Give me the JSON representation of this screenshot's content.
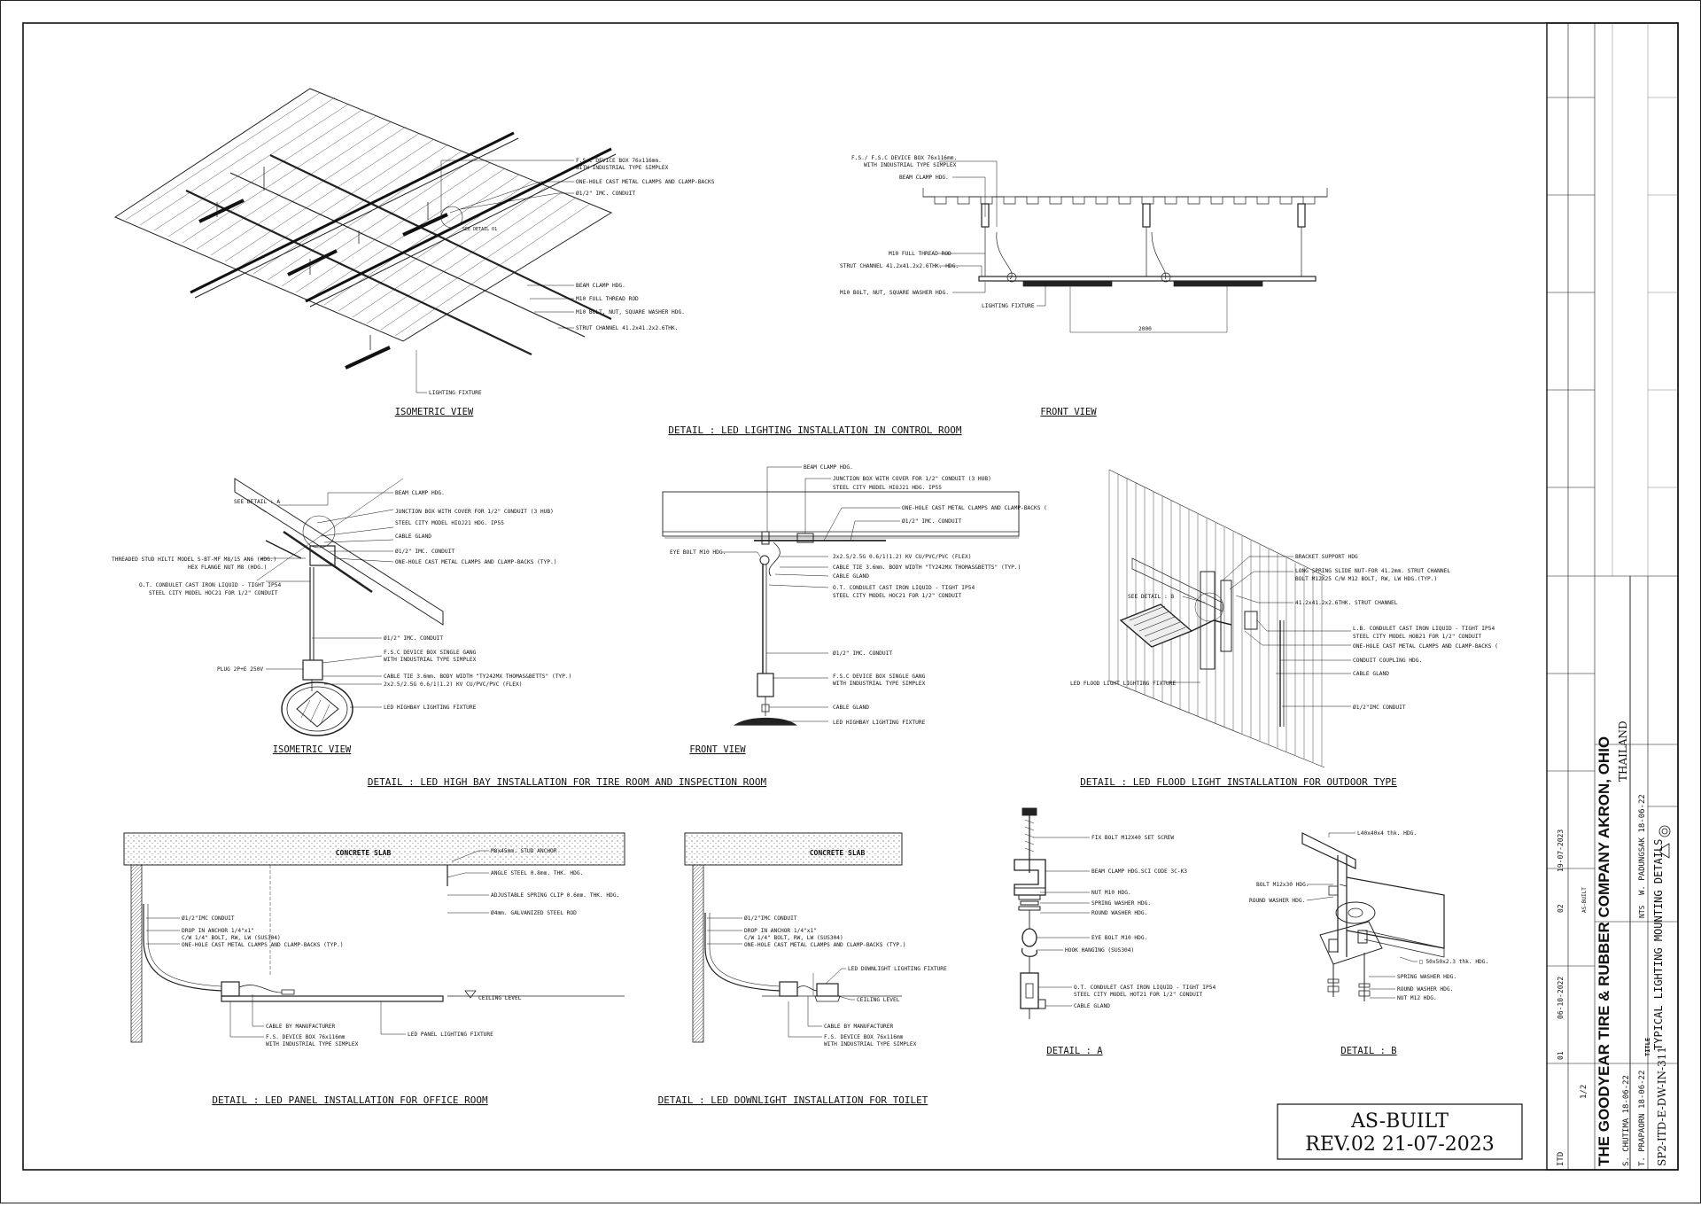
{
  "drawing": {
    "control_room": {
      "iso_labels": [
        "F.S.C DEVICE BOX 76x116mm.",
        "WITH INDUSTRIAL TYPE SIMPLEX",
        "ONE-HOLE CAST METAL CLAMPS AND CLAMP-BACKS",
        "Ø1/2\" IMC. CONDUIT",
        "SEE DETAIL 01",
        "BEAM CLAMP HDG.",
        "M10 FULL THREAD ROD",
        "M10 BOLT, NUT, SQUARE WASHER HDG.",
        "STRUT CHANNEL 41.2x41.2x2.6THK.",
        "LIGHTING FIXTURE"
      ],
      "front_labels": [
        "F.S./ F.S.C DEVICE BOX 76x116mm.",
        "WITH INDUSTRIAL TYPE SIMPLEX",
        "BEAM CLAMP HDG.",
        "M10 FULL THREAD ROD",
        "STRUT CHANNEL 41.2x41.2x2.6THK. HDG.",
        "M10 BOLT, NUT, SQUARE WASHER HDG.",
        "LIGHTING FIXTURE",
        "2000"
      ],
      "iso_title": "ISOMETRIC VIEW",
      "front_title": "FRONT VIEW",
      "detail_title": "DETAIL : LED LIGHTING INSTALLATION IN CONTROL ROOM"
    },
    "high_bay": {
      "iso_labels": [
        "SEE DETAIL : A",
        "BEAM CLAMP HDG.",
        "JUNCTION BOX WITH COVER FOR 1/2\" CONDUIT (3 HUB)",
        "STEEL CITY MODEL HIOJ21 HDG. IP55",
        "CABLE GLAND",
        "Ø1/2\" IMC. CONDUIT",
        "ONE-HOLE CAST METAL CLAMPS AND CLAMP-BACKS (TYP.)",
        "THREADED STUD HILTI MODEL S-BT-MF M8/15 AN6 (HDG.)",
        "HEX FLANGE NUT M8 (HDG.)",
        "O.T. CONDULET CAST IRON LIQUID - TIGHT IP54",
        "STEEL CITY MODEL HOC21 FOR 1/2\" CONDUIT",
        "Ø1/2\" IMC. CONDUIT",
        "F.S.C DEVICE BOX SINGLE GANG",
        "WITH INDUSTRIAL TYPE SIMPLEX",
        "PLUG 2P+E 250V",
        "CABLE TIE 3.6mm. BODY WIDTH \"TY242MX THOMAS&BETTS\" (TYP.)",
        "2x2.5/2.5G 0.6/1(1.2) KV CU/PVC/PVC (FLEX)",
        "LED HIGHBAY LIGHTING FIXTURE"
      ],
      "front_labels": [
        "BEAM CLAMP HDG.",
        "JUNCTION BOX WITH COVER FOR 1/2\" CONDUIT (3 HUB)",
        "STEEL CITY MODEL HIOJ21 HDG. IP55",
        "ONE-HOLE CAST METAL CLAMPS AND CLAMP-BACKS (",
        "Ø1/2\" IMC. CONDUIT",
        "EYE BOLT M10 HDG.",
        "2x2.5/2.5G 0.6/1(1.2) KV CU/PVC/PVC (FLEX)",
        "CABLE TIE 3.6mm. BODY WIDTH \"TY242MX THOMAS&BETTS\" (TYP.)",
        "CABLE GLAND",
        "O.T. CONDULET CAST IRON LIQUID - TIGHT IP54",
        "STEEL CITY MODEL HOC21 FOR 1/2\" CONDUIT",
        "Ø1/2\" IMC. CONDUIT",
        "F.S.C DEVICE BOX SINGLE GANG",
        "WITH INDUSTRIAL TYPE SIMPLEX",
        "CABLE GLAND",
        "LED HIGHBAY LIGHTING FIXTURE"
      ],
      "iso_title": "ISOMETRIC VIEW",
      "front_title": "FRONT VIEW",
      "detail_title": "DETAIL : LED HIGH BAY INSTALLATION FOR TIRE ROOM AND INSPECTION ROOM"
    },
    "flood": {
      "labels": [
        "BRACKET SUPPORT HDG",
        "LONG SPRING SLIDE NUT-FOR 41.2mm. STRUT CHANNEL",
        "BOLT M12X25 C/W M12 BOLT, RW, LW HDG.(TYP.)",
        "41.2x41.2x2.6THK. STRUT CHANNEL",
        "SEE DETAIL : B",
        "L.B. CONDULET CAST IRON LIQUID - TIGHT IP54",
        "STEEL CITY MODEL HOB21 FOR 1/2\" CONDUIT",
        "ONE-HOLE CAST METAL CLAMPS AND CLAMP-BACKS (",
        "CONDUIT COUPLING HDG.",
        "CABLE GLAND",
        "LED FLOOD LIGHT LIGHTING FIXTURE",
        "Ø1/2\"IMC CONDUIT"
      ],
      "detail_title": "DETAIL : LED FLOOD LIGHT INSTALLATION FOR OUTDOOR TYPE"
    },
    "panel": {
      "labels": [
        "CONCRETE SLAB",
        "M8x45mm. STUD ANCHOR",
        "ANGLE STEEL 0.8mm. THK. HDG.",
        "ADJUSTABLE SPRING CLIP 0.6mm. THK. HDG.",
        "Ø4mm. GALVANIZED STEEL ROD",
        "Ø1/2\"IMC CONDUIT",
        "DROP IN ANCHOR 1/4\"x1\"",
        "C/W 1/4\" BOLT, RW, LW (SUS304)",
        "ONE-HOLE CAST METAL CLAMPS AND CLAMP-BACKS (TYP.)",
        "CEILING LEVEL",
        "CABLE BY MANUFACTURER",
        "F.S. DEVICE BOX 76x116mm",
        "WITH INDUSTRIAL TYPE SIMPLEX",
        "LED PANEL LIGHTING FIXTURE"
      ],
      "detail_title": "DETAIL : LED PANEL INSTALLATION FOR OFFICE ROOM"
    },
    "downlight": {
      "labels": [
        "CONCRETE SLAB",
        "Ø1/2\"IMC CONDUIT",
        "DROP IN ANCHOR 1/4\"x1\"",
        "C/W 1/4\" BOLT, RW, LW (SUS304)",
        "ONE-HOLE CAST METAL CLAMPS AND CLAMP-BACKS (TYP.)",
        "LED DOWNLIGHT LIGHTING FIXTURE",
        "CEILING LEVEL",
        "CABLE BY MANUFACTURER",
        "F.S. DEVICE BOX 76x116mm",
        "WITH INDUSTRIAL TYPE SIMPLEX"
      ],
      "detail_title": "DETAIL : LED DOWNLIGHT INSTALLATION FOR TOILET"
    },
    "detail_a": {
      "labels": [
        "FIX BOLT M12X40 SET SCREW",
        "BEAM CLAMP HDG.SCI CODE 3C-K3",
        "NUT M10 HDG.",
        "SPRING WASHER HDG.",
        "ROUND WASHER HDG.",
        "EYE BOLT M10 HDG.",
        "HOOK HANGING (SUS304)",
        "O.T. CONDULET CAST IRON LIQUID - TIGHT IP54",
        "STEEL CITY MODEL HOT21 FOR 1/2\" CONDUIT",
        "CABLE GLAND"
      ],
      "title": "DETAIL : A"
    },
    "detail_b": {
      "labels": [
        "L40x40x4 thk. HDG.",
        "BOLT M12x30 HDG.",
        "ROUND WASHER HDG.",
        "□ 50x50x2.3 thk. HDG.",
        "SPRING WASHER HDG.",
        "ROUND WASHER HDG.",
        "NUT M12 HDG."
      ],
      "title": "DETAIL : B"
    }
  },
  "stamp": {
    "line1": "AS-BUILT",
    "line2": "REV.02  21-07-2023"
  },
  "title_block": {
    "company": "THE GOODYEAR TIRE & RUBBER COMPANY AKRON, OHIO",
    "country": "THAILAND",
    "title_label": "TITLE",
    "title": "TYPICAL LIGHTING MOUNTING DETAILS",
    "drawing_no": "SP2-ITD-E-DW-IN-311",
    "scale": "NTS",
    "dept": "ITD",
    "sheet": "1/2",
    "revisions": [
      {
        "no": "01",
        "date": "06-10-2022"
      },
      {
        "no": "02",
        "date": "19-07-2023",
        "desc": "AS-BUILT"
      }
    ],
    "drawn": "T. PRAPAORN  18-06-22",
    "checked": "S. CHUTIMA  18-06-22",
    "approved": "W. PADUNGSAK  18-06-22"
  }
}
